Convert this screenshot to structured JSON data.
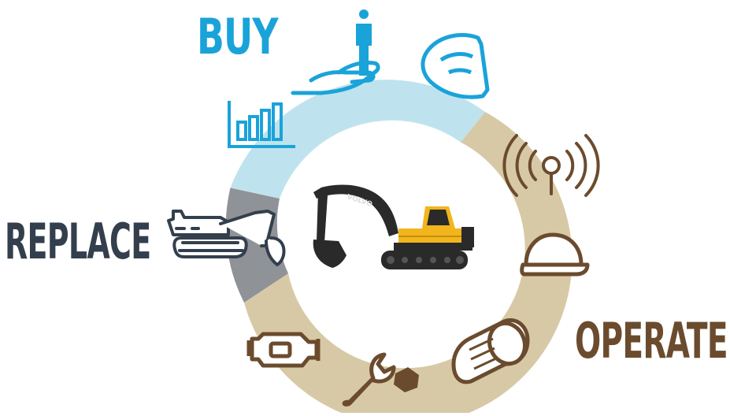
{
  "stages": {
    "buy": {
      "label": "BUY"
    },
    "replace": {
      "label": "REPLACE"
    },
    "operate": {
      "label": "OPERATE"
    }
  },
  "machine": {
    "brand": "VOLVO"
  },
  "colors": {
    "buy": "#1aa3d9",
    "buy_ring": "#bfe3ee",
    "replace": "#333f4d",
    "replace_ring": "#8f9296",
    "operate": "#6b4b2e",
    "operate_ring": "#d8c9a6",
    "excavator_body": "#f2b51c",
    "excavator_dark": "#2a2a2a"
  },
  "icons": [
    "person-on-hand-icon",
    "bucket-icon",
    "bar-chart-icon",
    "signal-antenna-icon",
    "hard-hat-icon",
    "oil-filter-icon",
    "wrench-nut-icon",
    "engine-icon",
    "excavator-outline-icon",
    "excavator-photo"
  ]
}
